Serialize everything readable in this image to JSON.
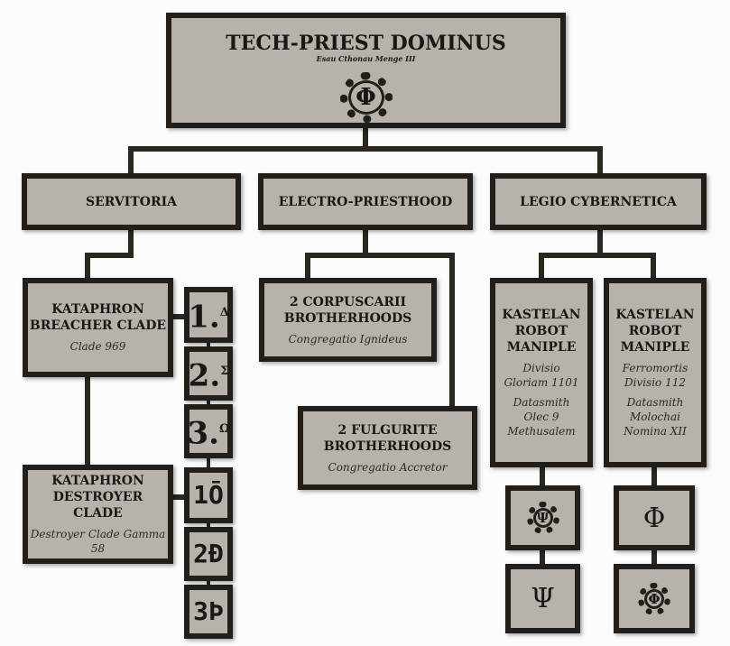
{
  "root": {
    "title": "TECH-PRIEST DOMINUS",
    "subtitle": "Esau Cthonau Menge III",
    "icon": "cog-phi-icon"
  },
  "branches": [
    {
      "title": "SERVITORIA"
    },
    {
      "title": "ELECTRO-PRIESTHOOD"
    },
    {
      "title": "LEGIO CYBERNETICA"
    }
  ],
  "servitoria": [
    {
      "title": "KATAPHRON BREACHER CLADE",
      "subtitle": "Clade 969",
      "glyphs": [
        {
          "num": "1.",
          "mark": "Δ"
        },
        {
          "num": "2.",
          "mark": "Σ"
        },
        {
          "num": "3.",
          "mark": "Ω"
        }
      ]
    },
    {
      "title": "KATAPHRON DESTROYER CLADE",
      "subtitle": "Destroyer Clade Gamma 58",
      "glyphs": [
        {
          "num": "1",
          "mark": "Ō"
        },
        {
          "num": "2",
          "mark": "Ð"
        },
        {
          "num": "3",
          "mark": "Þ"
        }
      ]
    }
  ],
  "electro": [
    {
      "title": "2 CORPUSCARII BROTHERHOODS",
      "subtitle": "Congregatio Ignideus"
    },
    {
      "title": "2 FULGURITE BROTHERHOODS",
      "subtitle": "Congregatio Accretor"
    }
  ],
  "legio": [
    {
      "title": "KASTELAN ROBOT MANIPLE",
      "line1": "Divisio Gloriam 1101",
      "line2": "Datasmith Olec 9 Methusalem",
      "icons": [
        "cog-psi-icon",
        "psi-icon"
      ],
      "glyph_a": "Ψ",
      "glyph_b": "Ψ"
    },
    {
      "title": "KASTELAN ROBOT MANIPLE",
      "line1": "Ferromortis Divisio 112",
      "line2": "Datasmith Molochai Nomina XII",
      "icons": [
        "phi-icon",
        "cog-phi-icon"
      ],
      "glyph_a": "Φ",
      "glyph_b": "Φ"
    }
  ],
  "root_glyph": "Φ",
  "colors": {
    "box": "#b7b3ac",
    "border": "#221f1b",
    "line": "#2a2620"
  }
}
